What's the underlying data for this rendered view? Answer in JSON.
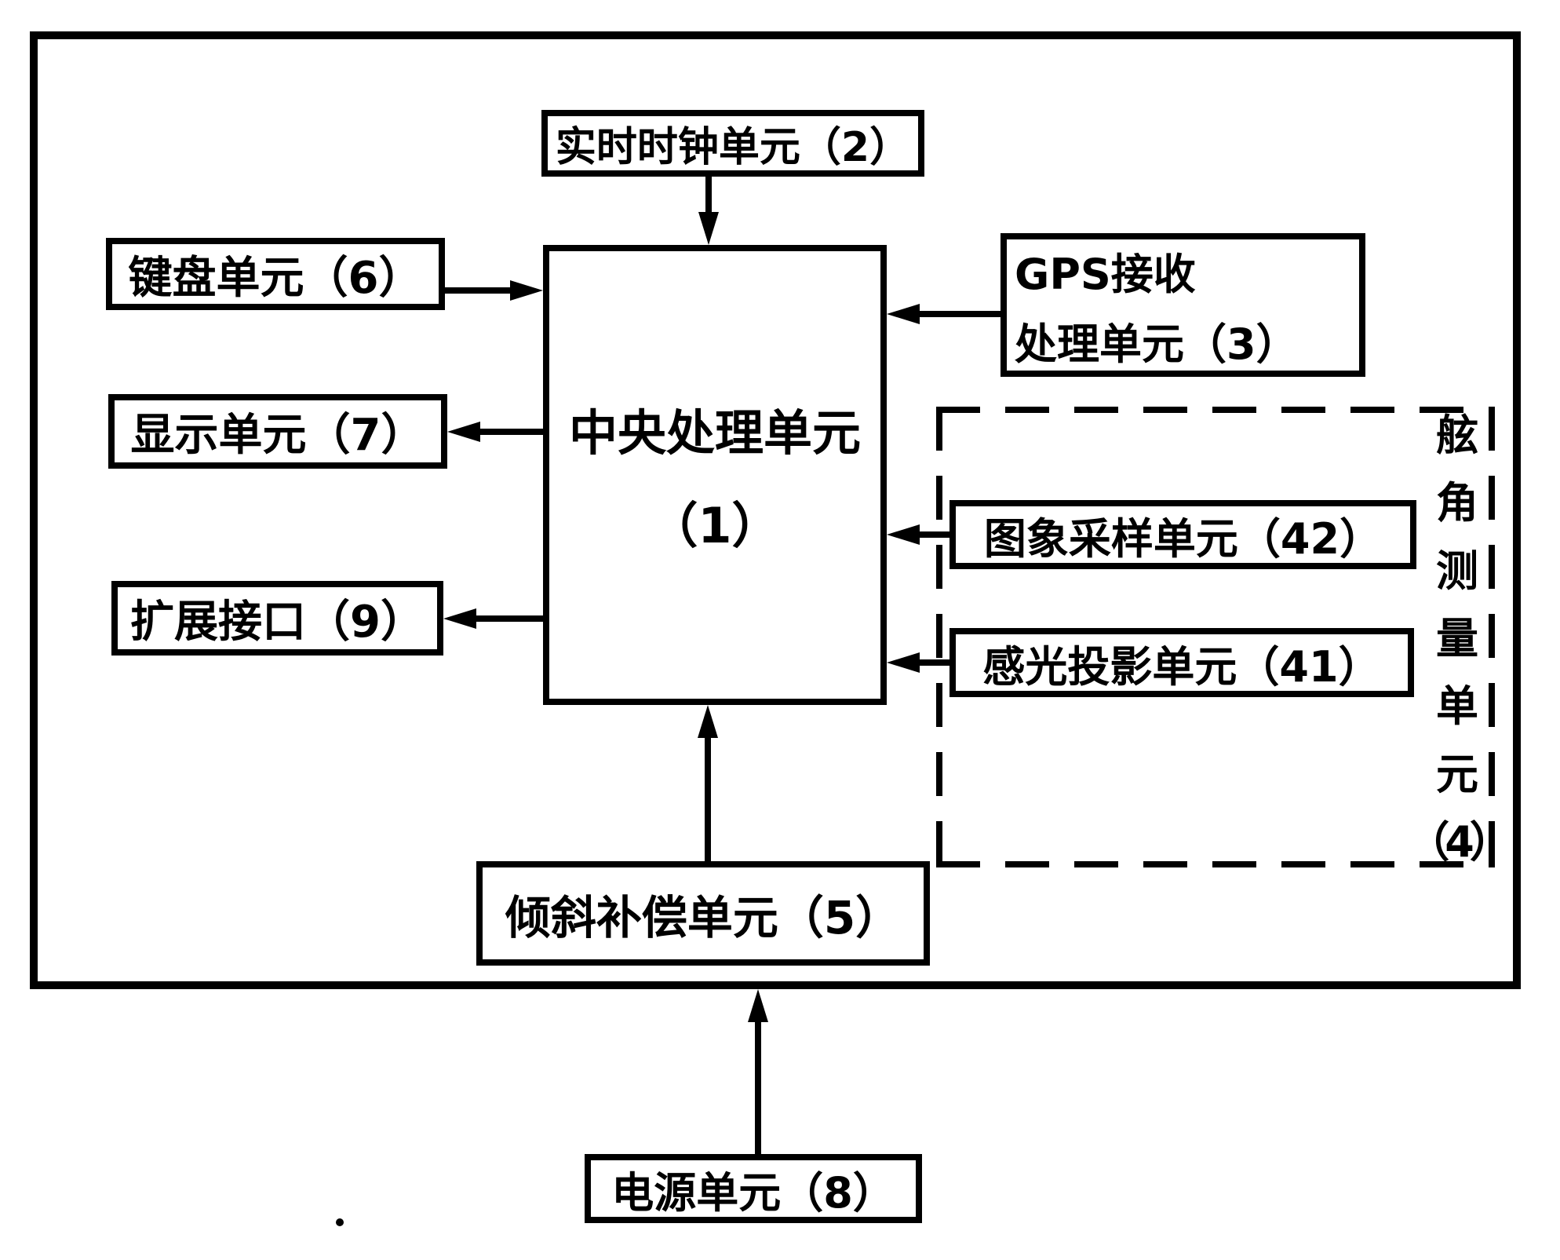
{
  "figure": {
    "type": "block-diagram",
    "colors": {
      "line": "#000000",
      "background": "#ffffff"
    },
    "blocks": {
      "clock": {
        "label": "实时时钟单元（2）"
      },
      "keyboard": {
        "label": "键盘单元（6）"
      },
      "display": {
        "label": "显示单元（7）"
      },
      "expansion": {
        "label": "扩展接口（9）"
      },
      "cpu": {
        "line1": "中央处理单元",
        "line2": "（1）"
      },
      "gps": {
        "line1": "GPS接收",
        "line2": "处理单元（3）"
      },
      "image_sampling": {
        "label": "图象采样单元（42）"
      },
      "photo_projection": {
        "label": "感光投影单元（41）"
      },
      "bearing_group": {
        "chars": [
          "舷",
          "角",
          "测",
          "量",
          "单",
          "元"
        ],
        "number": "（4）"
      },
      "tilt": {
        "label": "倾斜补偿单元（5）"
      },
      "power": {
        "label": "电源单元（8）"
      }
    },
    "connections": [
      {
        "from": "clock",
        "to": "cpu",
        "direction": "down"
      },
      {
        "from": "keyboard",
        "to": "cpu",
        "direction": "right"
      },
      {
        "from": "cpu",
        "to": "display",
        "direction": "left"
      },
      {
        "from": "cpu",
        "to": "expansion",
        "direction": "left"
      },
      {
        "from": "gps",
        "to": "cpu",
        "direction": "left"
      },
      {
        "from": "image_sampling",
        "to": "cpu",
        "direction": "left"
      },
      {
        "from": "photo_projection",
        "to": "cpu",
        "direction": "left"
      },
      {
        "from": "tilt",
        "to": "cpu",
        "direction": "up"
      },
      {
        "from": "power",
        "to": "frame",
        "direction": "up"
      }
    ]
  }
}
